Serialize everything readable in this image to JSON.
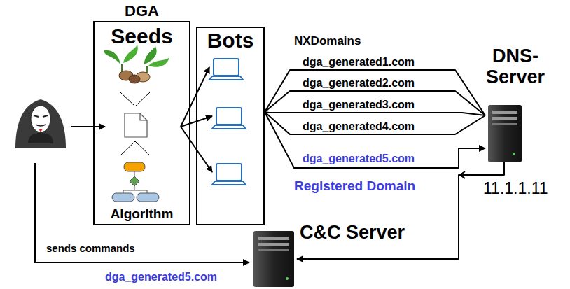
{
  "diagram": {
    "nodes": [
      {
        "text": [
          "DGA",
          "Seeds",
          "Algorithm"
        ]
      },
      {
        "text": [
          "Bots"
        ]
      },
      {
        "text": [
          "DNS- Server"
        ]
      },
      {
        "text": [
          "C&C Server"
        ]
      }
    ],
    "edges": [
      {
        "from": 0,
        "to": 1,
        "arrow": "to"
      },
      {
        "from": 1,
        "to": 2,
        "label": "dga_generated1.com",
        "arrow": "none"
      },
      {
        "from": 1,
        "to": 2,
        "label": "dga_generated2.com",
        "arrow": "none"
      },
      {
        "from": 1,
        "to": 2,
        "label": "dga_generated3.com",
        "arrow": "none"
      },
      {
        "from": 1,
        "to": 2,
        "label": "dga_generated4.com",
        "arrow": "none"
      },
      {
        "from": 1,
        "to": 2,
        "label": "dga_generated5.com",
        "arrow": "to"
      },
      {
        "from": 2,
        "to": 3,
        "label": "Registered Domain",
        "arrow": "to"
      }
    ],
    "labels": [
      "NXDomains",
      "11.1.1.11",
      "sends commands",
      "dga_generated5.com"
    ]
  }
}
